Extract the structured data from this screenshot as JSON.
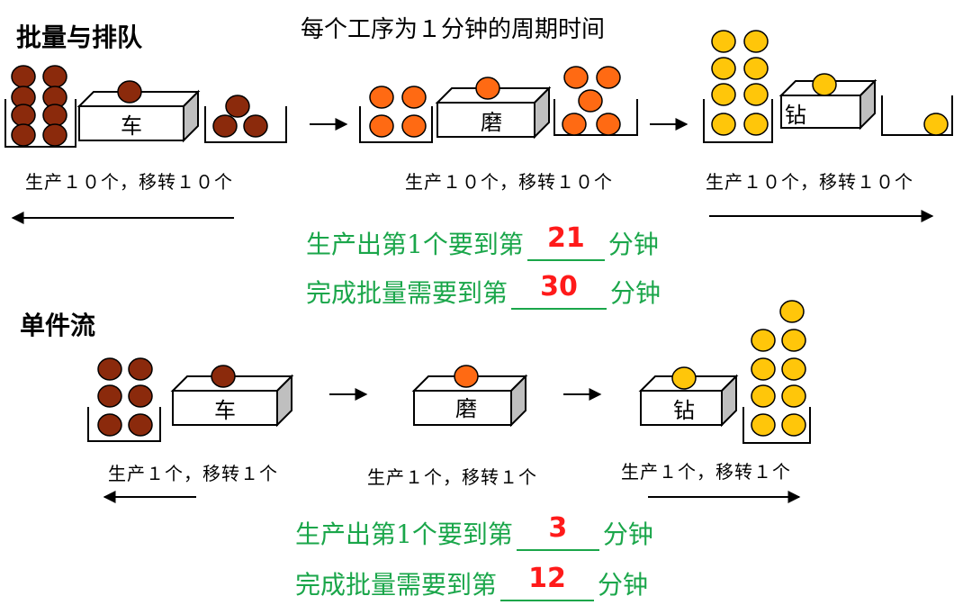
{
  "colors": {
    "lathe_ball": "#8b2a0c",
    "grind_ball": "#ff6a13",
    "drill_ball": "#ffc60a",
    "green_text": "#1aa64a",
    "red_number": "#ff1a1a"
  },
  "batch_section": {
    "title": "批量与排队",
    "cycle_note": "每个工序为１分钟的周期时间",
    "machines": [
      "车",
      "磨",
      "钻"
    ],
    "captions": [
      "生产１０个，移转１０个",
      "生产１０个，移转１０个",
      "生产１０个，移转１０个"
    ],
    "first_piece": {
      "prefix": "生产出第1个要到第",
      "value": "21",
      "suffix": "分钟"
    },
    "batch_done": {
      "prefix": "完成批量需要到第",
      "value": "30",
      "suffix": "分钟"
    }
  },
  "flow_section": {
    "title": "单件流",
    "machines": [
      "车",
      "磨",
      "钻"
    ],
    "captions": [
      "生产１个，移转１个",
      "生产１个，移转１个",
      "生产１个，移转１个"
    ],
    "first_piece": {
      "prefix": "生产出第1个要到第",
      "value": "3",
      "suffix": "分钟"
    },
    "batch_done": {
      "prefix": "完成批量需要到第",
      "value": "12",
      "suffix": "分钟"
    }
  }
}
